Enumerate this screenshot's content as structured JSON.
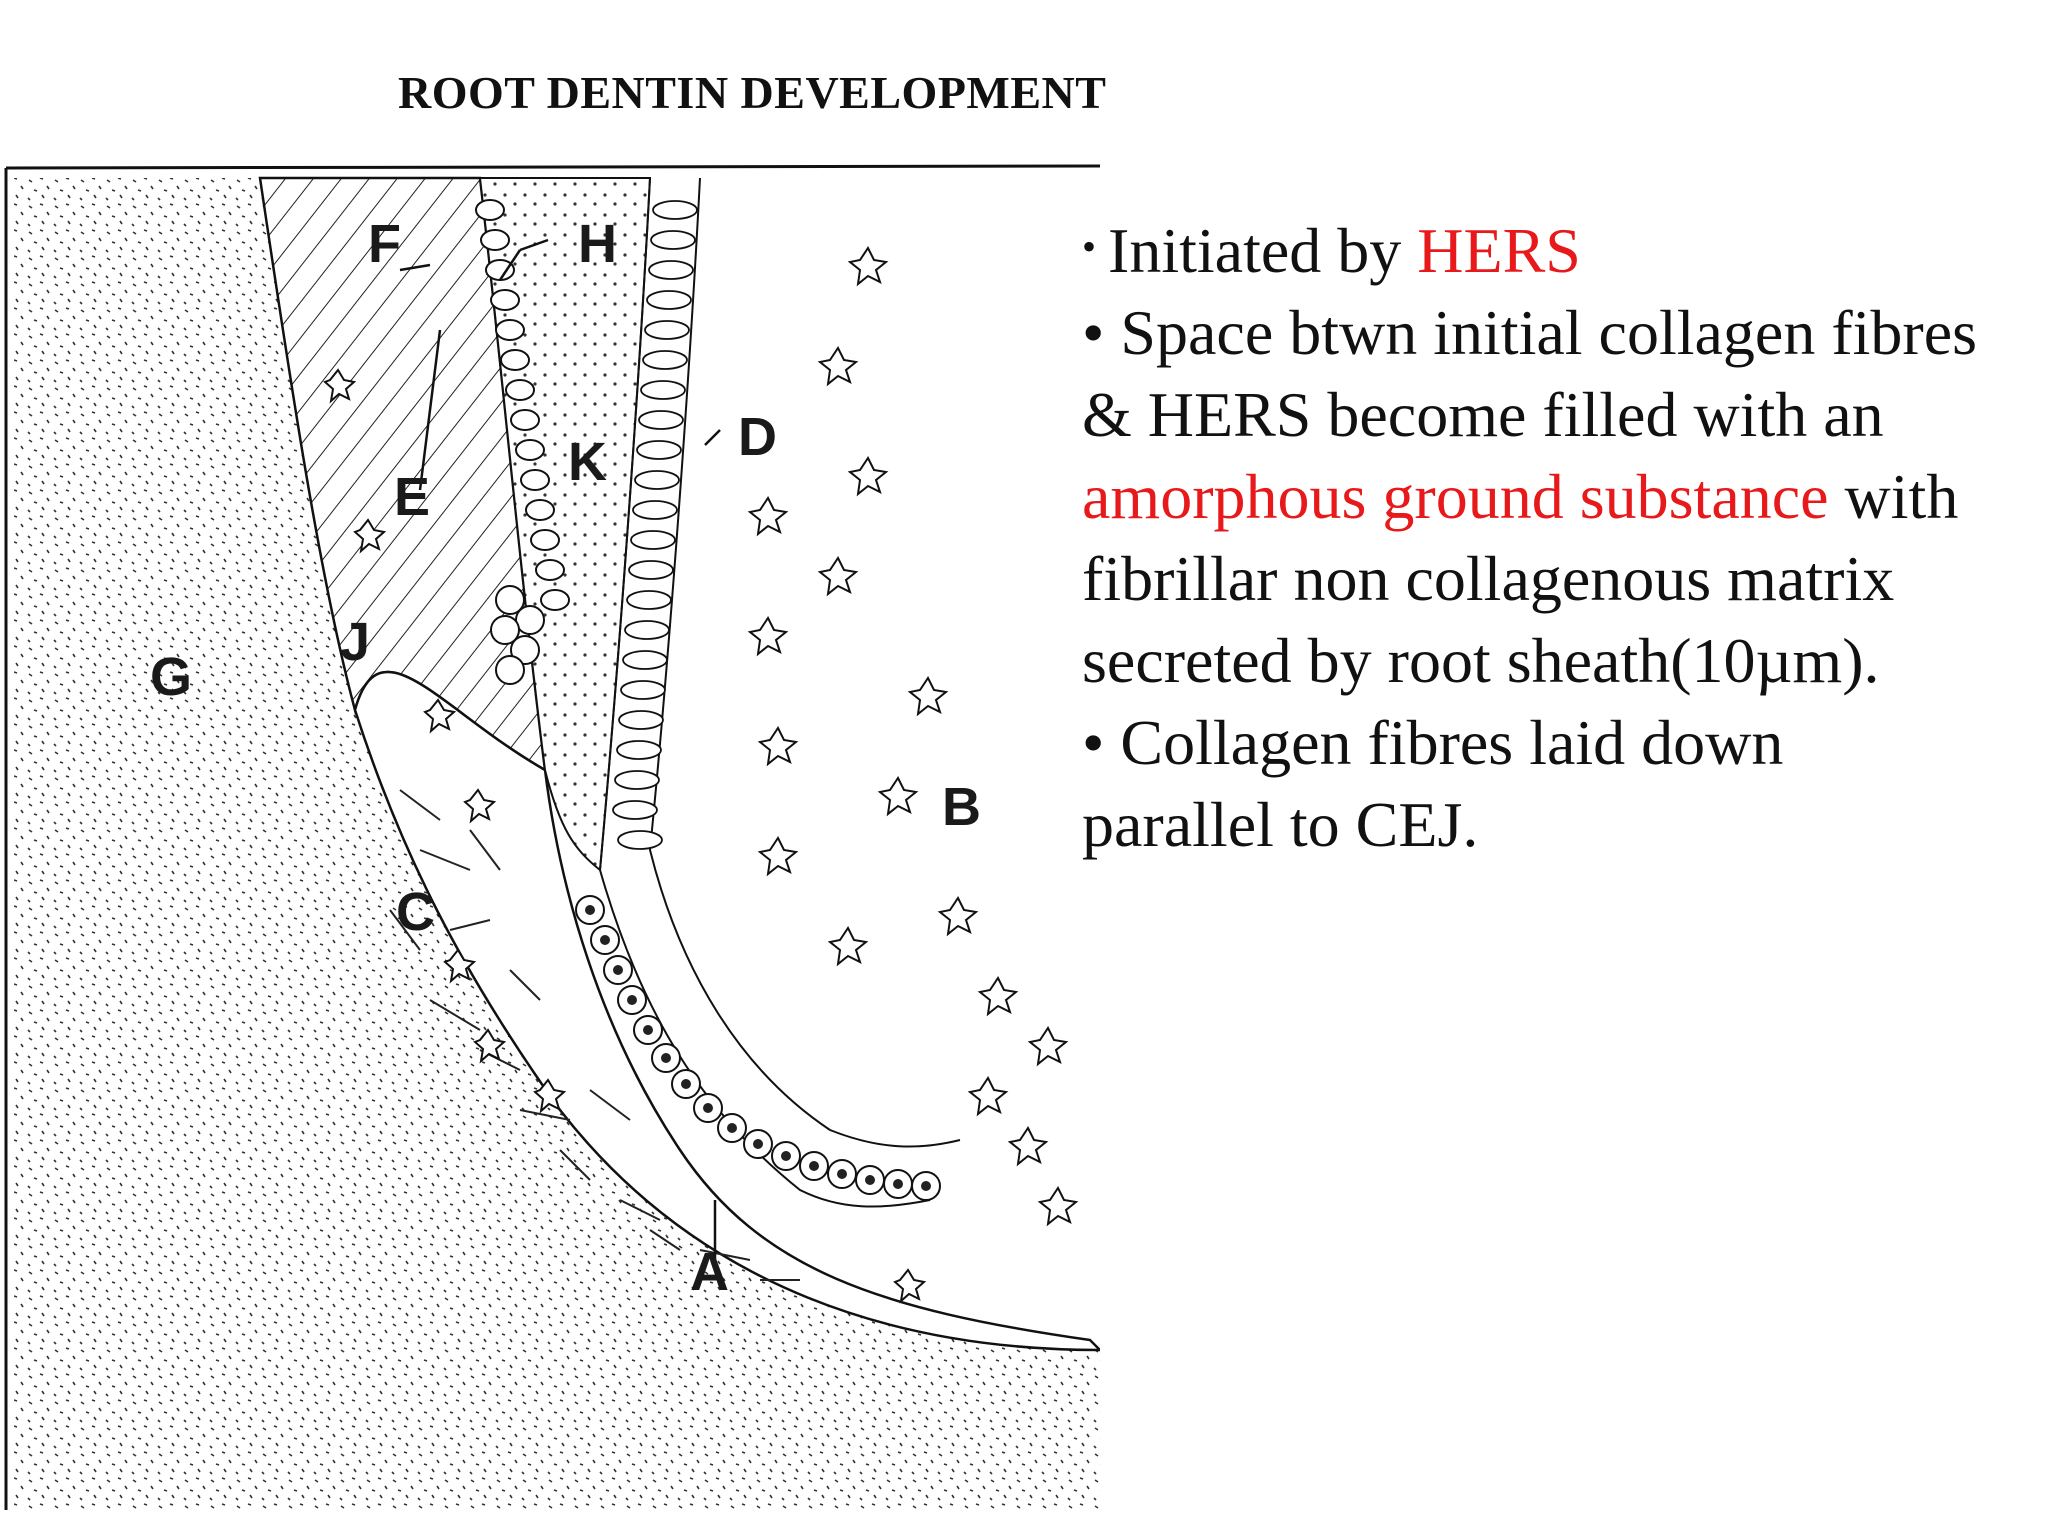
{
  "title": "ROOT DENTIN DEVELOPMENT",
  "figure": {
    "labels": {
      "A": "A",
      "B": "B",
      "C": "C",
      "D": "D",
      "E": "E",
      "F": "F",
      "G": "G",
      "H": "H",
      "J": "J",
      "K": "K"
    }
  },
  "bullets": [
    {
      "dot": "•",
      "parts": [
        "Initiated by ",
        "HERS"
      ]
    },
    {
      "dot": "•",
      "parts": [
        "Space btwn initial collagen fibres & HERS become filled with an ",
        "amorphous ground substance",
        " with fibrillar non collagenous matrix secreted by root sheath(10µm)."
      ]
    },
    {
      "dot": "•",
      "parts": [
        "Collagen fibres laid down parallel to CEJ."
      ]
    }
  ],
  "colors": {
    "highlight": "#e8191a",
    "text": "#111111"
  }
}
